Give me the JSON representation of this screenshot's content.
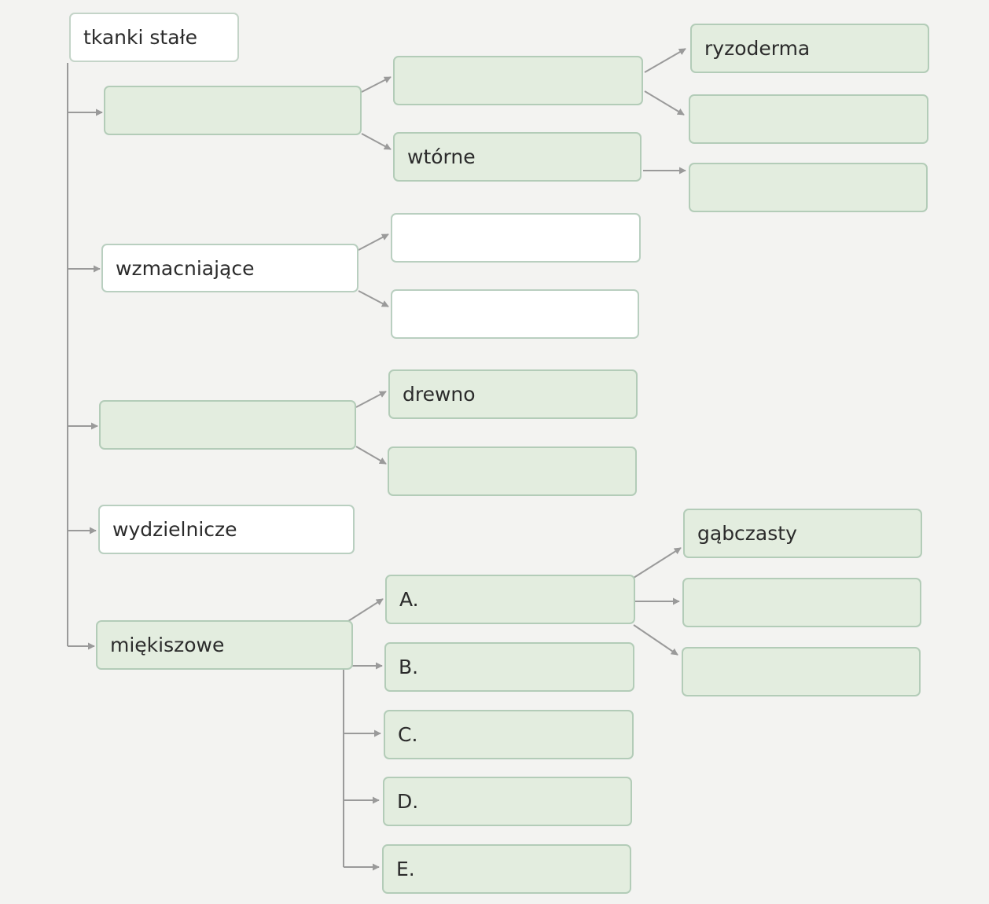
{
  "colors": {
    "background": "#f3f3f1",
    "box_fill_green": "#e3eddf",
    "box_fill_white": "#ffffff",
    "box_border": "#b9cfc0",
    "connector": "#9a9a9a"
  },
  "diagram": {
    "root": {
      "label": "tkanki stałe"
    },
    "branch_1": {
      "label": "",
      "child_1": {
        "label": "",
        "leaf_1": "ryzoderma",
        "leaf_2": ""
      },
      "child_2": {
        "label": "wtórne",
        "leaf_1": ""
      }
    },
    "branch_2": {
      "label": "wzmacniające",
      "child_1": "",
      "child_2": ""
    },
    "branch_3": {
      "label": "",
      "child_1": "drewno",
      "child_2": ""
    },
    "branch_4": {
      "label": "wydzielnicze"
    },
    "branch_5": {
      "label": "miękiszowe",
      "items": [
        {
          "label": "A.",
          "sub": [
            "gąbczasty",
            "",
            ""
          ]
        },
        {
          "label": "B."
        },
        {
          "label": "C."
        },
        {
          "label": "D."
        },
        {
          "label": "E."
        }
      ]
    }
  }
}
